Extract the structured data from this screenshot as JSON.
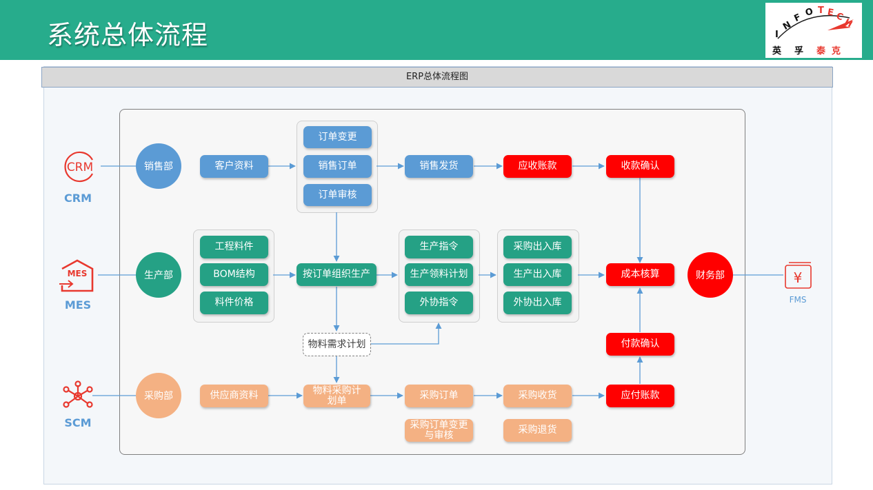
{
  "header": {
    "title": "系统总体流程"
  },
  "logo": {
    "letters": [
      "I",
      "N",
      "F",
      "O",
      "T",
      "E",
      "C",
      "H"
    ],
    "chinese": [
      "英",
      "孚",
      "泰",
      "克"
    ]
  },
  "diagram_title": "ERP总体流程图",
  "systems": {
    "crm": {
      "label": "CRM",
      "icon_text": "CRM"
    },
    "mes": {
      "label": "MES",
      "icon_text": "MES"
    },
    "scm": {
      "label": "SCM"
    },
    "fms": {
      "label": "FMS",
      "icon_text": "¥"
    }
  },
  "departments": {
    "sales": "销售部",
    "production": "生产部",
    "purchase": "采购部",
    "finance": "财务部"
  },
  "nodes": {
    "customer_info": "客户资料",
    "order_change": "订单变更",
    "sales_order": "销售订单",
    "order_review": "订单审核",
    "sales_delivery": "销售发货",
    "receivable": "应收账款",
    "receipt_confirm": "收款确认",
    "eng_material": "工程料件",
    "bom": "BOM结构",
    "material_price": "料件价格",
    "order_production": "按订单组织生产",
    "prod_order": "生产指令",
    "prod_pick_plan": "生产领料计划",
    "outsource_order": "外协指令",
    "purchase_io": "采购出入库",
    "prod_io": "生产出入库",
    "outsource_io": "外协出入库",
    "cost_accounting": "成本核算",
    "mrp": "物料需求计划",
    "supplier_info": "供应商资料",
    "material_purchase_plan": "物料采购计划单",
    "purchase_order": "采购订单",
    "purchase_receipt": "采购收货",
    "payable": "应付账款",
    "payment_confirm": "付款确认",
    "po_change_review": "采购订单变更与审核",
    "purchase_return": "采购退货"
  },
  "colors": {
    "header": "#27ac8c",
    "blue": "#5b9bd5",
    "green": "#25a185",
    "red": "#ff0000",
    "orange": "#f4b183",
    "icon_red": "#e8382e"
  }
}
